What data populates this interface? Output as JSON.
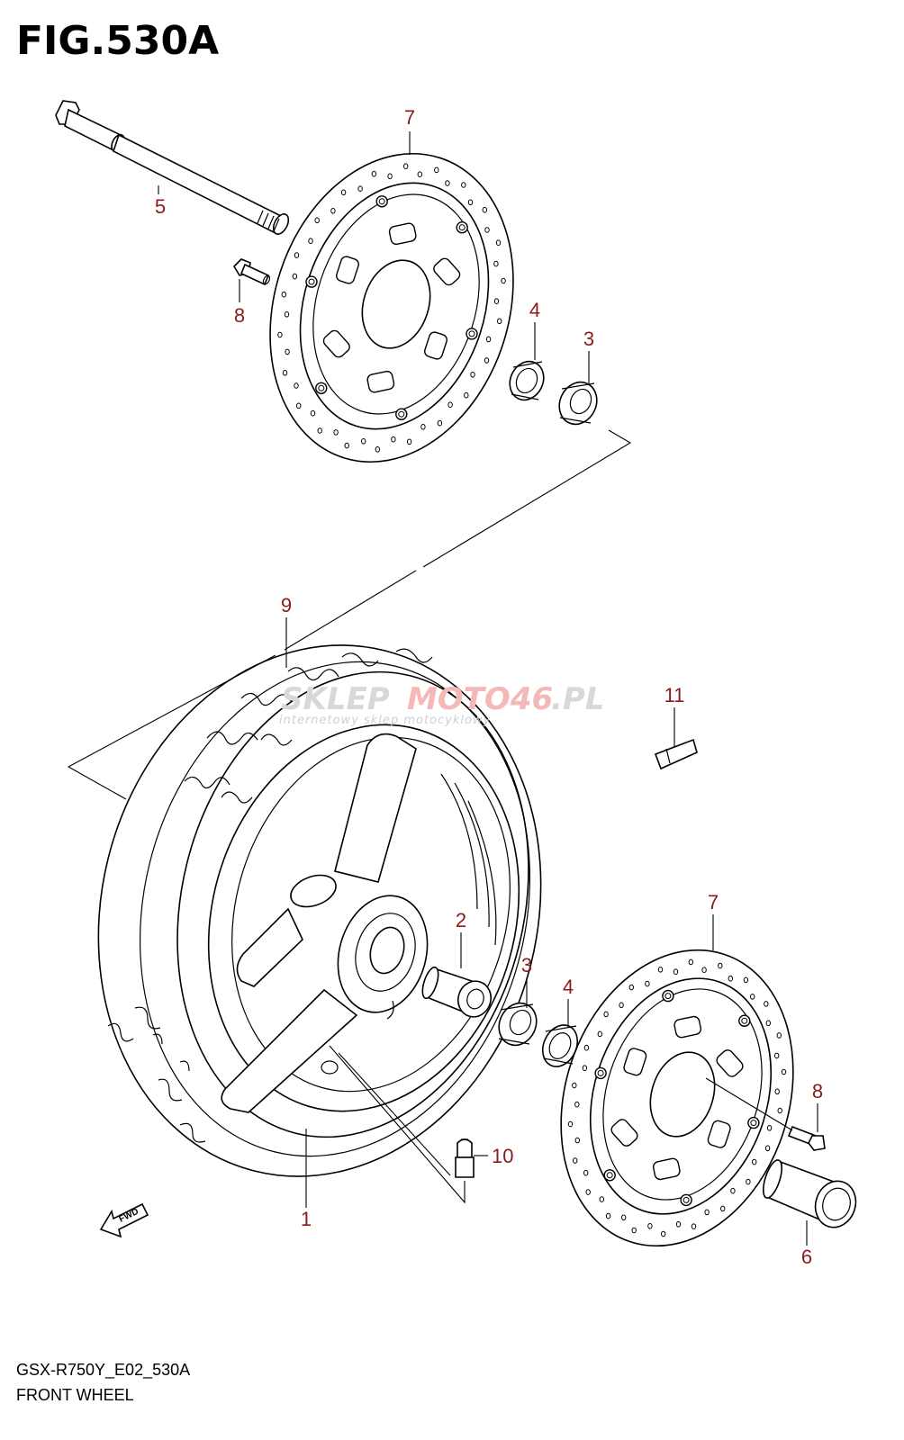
{
  "figure": {
    "title": "FIG.530A",
    "model_code": "GSX-R750Y_E02_530A",
    "caption": "FRONT WHEEL"
  },
  "fwd_label": "FWD",
  "watermark": {
    "brand_gray": "SKLEP",
    "brand_red": "MOTO46",
    "brand_suffix": ".PL",
    "tagline": "internetowy sklep motocyklowy"
  },
  "callouts": [
    {
      "id": "c7a",
      "label": "7"
    },
    {
      "id": "c5",
      "label": "5"
    },
    {
      "id": "c8a",
      "label": "8"
    },
    {
      "id": "c4a",
      "label": "4"
    },
    {
      "id": "c3a",
      "label": "3"
    },
    {
      "id": "c9",
      "label": "9"
    },
    {
      "id": "c11",
      "label": "11"
    },
    {
      "id": "c2",
      "label": "2"
    },
    {
      "id": "c3b",
      "label": "3"
    },
    {
      "id": "c4b",
      "label": "4"
    },
    {
      "id": "c7b",
      "label": "7"
    },
    {
      "id": "c8b",
      "label": "8"
    },
    {
      "id": "c10",
      "label": "10"
    },
    {
      "id": "c1",
      "label": "1"
    },
    {
      "id": "c6",
      "label": "6"
    }
  ],
  "colors": {
    "callout": "#8b1a1a",
    "line": "#000000",
    "watermark_red": "#f4b8b8"
  }
}
